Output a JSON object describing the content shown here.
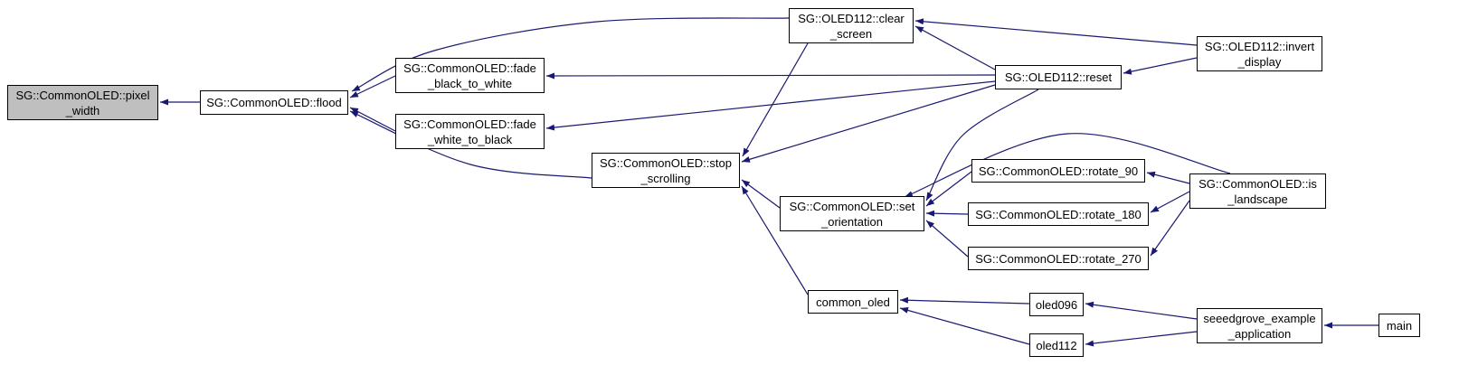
{
  "diagram": {
    "type": "caller-graph",
    "background_color": "#ffffff",
    "edge_color": "#191970",
    "node_border_color": "#000000",
    "highlight_fill_color": "#bfbfbf",
    "nodes": [
      {
        "id": "pixel_width",
        "label": "SG::CommonOLED::pixel\n_width",
        "highlighted": true
      },
      {
        "id": "flood",
        "label": "SG::CommonOLED::flood",
        "highlighted": false
      },
      {
        "id": "fade_black_to_white",
        "label": "SG::CommonOLED::fade\n_black_to_white",
        "highlighted": false
      },
      {
        "id": "fade_white_to_black",
        "label": "SG::CommonOLED::fade\n_white_to_black",
        "highlighted": false
      },
      {
        "id": "stop_scrolling",
        "label": "SG::CommonOLED::stop\n_scrolling",
        "highlighted": false
      },
      {
        "id": "clear_screen",
        "label": "SG::OLED112::clear\n_screen",
        "highlighted": false
      },
      {
        "id": "reset",
        "label": "SG::OLED112::reset",
        "highlighted": false
      },
      {
        "id": "invert_display",
        "label": "SG::OLED112::invert\n_display",
        "highlighted": false
      },
      {
        "id": "set_orientation",
        "label": "SG::CommonOLED::set\n_orientation",
        "highlighted": false
      },
      {
        "id": "rotate_90",
        "label": "SG::CommonOLED::rotate_90",
        "highlighted": false
      },
      {
        "id": "rotate_180",
        "label": "SG::CommonOLED::rotate_180",
        "highlighted": false
      },
      {
        "id": "rotate_270",
        "label": "SG::CommonOLED::rotate_270",
        "highlighted": false
      },
      {
        "id": "is_landscape",
        "label": "SG::CommonOLED::is\n_landscape",
        "highlighted": false
      },
      {
        "id": "common_oled",
        "label": "common_oled",
        "highlighted": false
      },
      {
        "id": "oled096",
        "label": "oled096",
        "highlighted": false
      },
      {
        "id": "oled112",
        "label": "oled112",
        "highlighted": false
      },
      {
        "id": "seeedgrove_example_application",
        "label": "seeedgrove_example\n_application",
        "highlighted": false
      },
      {
        "id": "main",
        "label": "main",
        "highlighted": false
      }
    ],
    "edges": [
      {
        "from": "flood",
        "to": "pixel_width"
      },
      {
        "from": "fade_black_to_white",
        "to": "flood"
      },
      {
        "from": "fade_white_to_black",
        "to": "flood"
      },
      {
        "from": "stop_scrolling",
        "to": "flood"
      },
      {
        "from": "clear_screen",
        "to": "flood"
      },
      {
        "from": "reset",
        "to": "fade_black_to_white"
      },
      {
        "from": "reset",
        "to": "fade_white_to_black"
      },
      {
        "from": "reset",
        "to": "clear_screen"
      },
      {
        "from": "reset",
        "to": "stop_scrolling"
      },
      {
        "from": "reset",
        "to": "set_orientation"
      },
      {
        "from": "invert_display",
        "to": "clear_screen"
      },
      {
        "from": "invert_display",
        "to": "reset"
      },
      {
        "from": "clear_screen",
        "to": "stop_scrolling"
      },
      {
        "from": "set_orientation",
        "to": "stop_scrolling"
      },
      {
        "from": "common_oled",
        "to": "stop_scrolling"
      },
      {
        "from": "rotate_90",
        "to": "set_orientation"
      },
      {
        "from": "rotate_180",
        "to": "set_orientation"
      },
      {
        "from": "rotate_270",
        "to": "set_orientation"
      },
      {
        "from": "is_landscape",
        "to": "rotate_90"
      },
      {
        "from": "is_landscape",
        "to": "rotate_180"
      },
      {
        "from": "is_landscape",
        "to": "rotate_270"
      },
      {
        "from": "is_landscape",
        "to": "set_orientation"
      },
      {
        "from": "oled096",
        "to": "common_oled"
      },
      {
        "from": "oled112",
        "to": "common_oled"
      },
      {
        "from": "seeedgrove_example_application",
        "to": "oled096"
      },
      {
        "from": "seeedgrove_example_application",
        "to": "oled112"
      },
      {
        "from": "main",
        "to": "seeedgrove_example_application"
      }
    ]
  }
}
